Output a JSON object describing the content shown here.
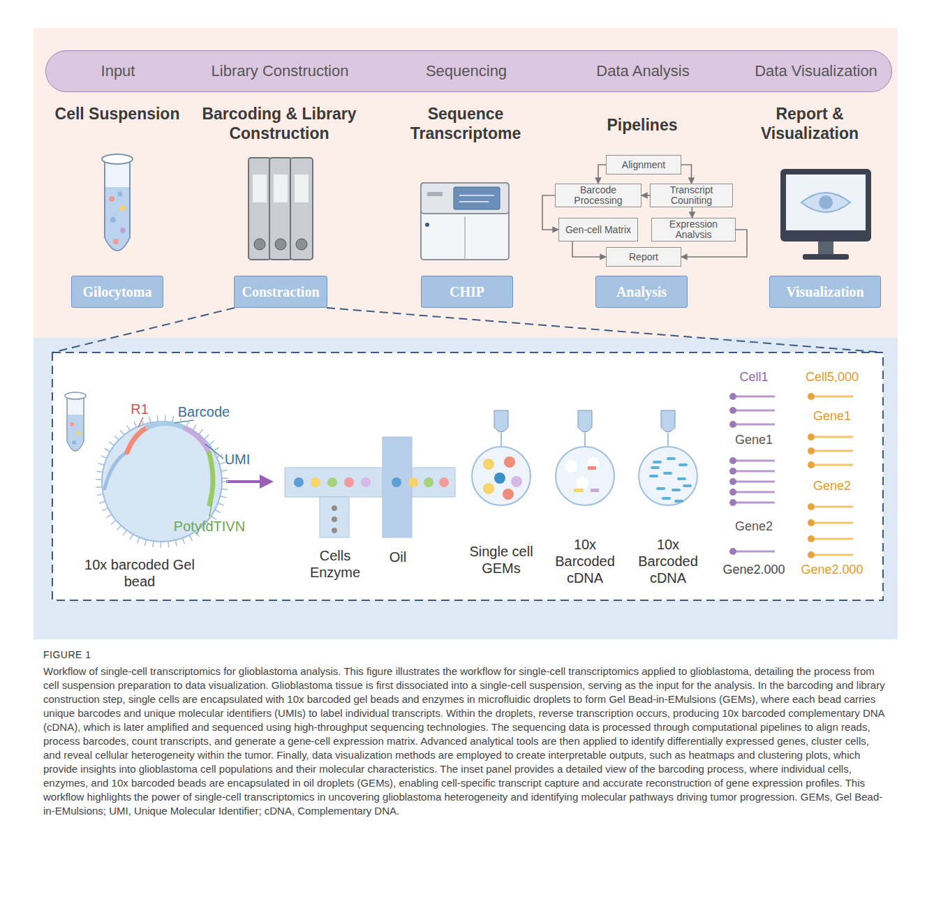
{
  "diagram": {
    "title": "FIGURE 1",
    "caption": "Workflow of single-cell transcriptomics for glioblastoma analysis. This figure illustrates the workflow for single-cell transcriptomics applied to glioblastoma, detailing the process from cell suspension preparation to data visualization. Glioblastoma tissue is first dissociated into a single-cell suspension, serving as the input for the analysis. In the barcoding and library construction step, single cells are encapsulated with 10x barcoded gel beads and enzymes in microfluidic droplets to form Gel Bead-in-EMulsions (GEMs), where each bead carries unique barcodes and unique molecular identifiers (UMIs) to label individual transcripts. Within the droplets, reverse transcription occurs, producing 10x barcoded complementary DNA (cDNA), which is later amplified and sequenced using high-throughput sequencing technologies. The sequencing data is processed through computational pipelines to align reads, process barcodes, count transcripts, and generate a gene-cell expression matrix. Advanced analytical tools are then applied to identify differentially expressed genes, cluster cells, and reveal cellular heterogeneity within the tumor. Finally, data visualization methods are employed to create interpretable outputs, such as heatmaps and clustering plots, which provide insights into glioblastoma cell populations and their molecular characteristics. The inset panel provides a detailed view of the barcoding process, where individual cells, enzymes, and 10x barcoded beads are encapsulated in oil droplets (GEMs), enabling cell-specific transcript capture and accurate reconstruction of gene expression profiles. This workflow highlights the power of single-cell transcriptomics in uncovering glioblastoma heterogeneity and identifying molecular pathways driving tumor progression. GEMs, Gel Bead-in-EMulsions; UMI, Unique Molecular Identifier; cDNA, Complementary DNA.",
    "nodes": [
      {
        "text": [
          "Input",
          "Library Construction",
          "Sequencing",
          "Data Analysis",
          "Data Visualization"
        ]
      },
      {
        "text": [
          "Alignment"
        ]
      },
      {
        "text": [
          "Barcode Processing"
        ]
      },
      {
        "text": [
          "Transcript Couniting"
        ]
      },
      {
        "text": [
          "Gen-cell Matrix"
        ]
      },
      {
        "text": [
          "Expression Analvsis"
        ]
      },
      {
        "text": [
          "Report"
        ]
      },
      {
        "text": [
          "Gilocytoma"
        ]
      },
      {
        "text": [
          "Constraction"
        ]
      },
      {
        "text": [
          "CHIP"
        ]
      },
      {
        "text": [
          "Analysis"
        ]
      },
      {
        "text": [
          "Visualization"
        ]
      }
    ],
    "edges": [
      {
        "from": 1,
        "to": 2,
        "arrow": "to"
      },
      {
        "from": 1,
        "to": 3,
        "arrow": "to"
      },
      {
        "from": 3,
        "to": 2,
        "arrow": "to"
      },
      {
        "from": 2,
        "to": 4,
        "arrow": "to"
      },
      {
        "from": 3,
        "to": 5,
        "arrow": "to"
      },
      {
        "from": 4,
        "to": 6,
        "arrow": "to"
      },
      {
        "from": 5,
        "to": 6,
        "arrow": "to"
      }
    ],
    "labels": [
      "Cell Suspension",
      "Barcoding & Library Construction",
      "Sequence Transcriptome",
      "Pipelines",
      "Report & Visualization",
      "R1",
      "Barcode",
      "UMI",
      "PotyfdTIVN",
      "10x barcoded Gel bead",
      "Cells Enzyme",
      "Oil",
      "Single cell GEMs",
      "10x Barcoded cDNA",
      "10x Barcoded cDNA",
      "Cell1",
      "Gene1",
      "Gene2",
      "Gene2.000",
      "Cell5,000",
      "Gene1",
      "Gene2",
      "Gene2.000"
    ]
  }
}
